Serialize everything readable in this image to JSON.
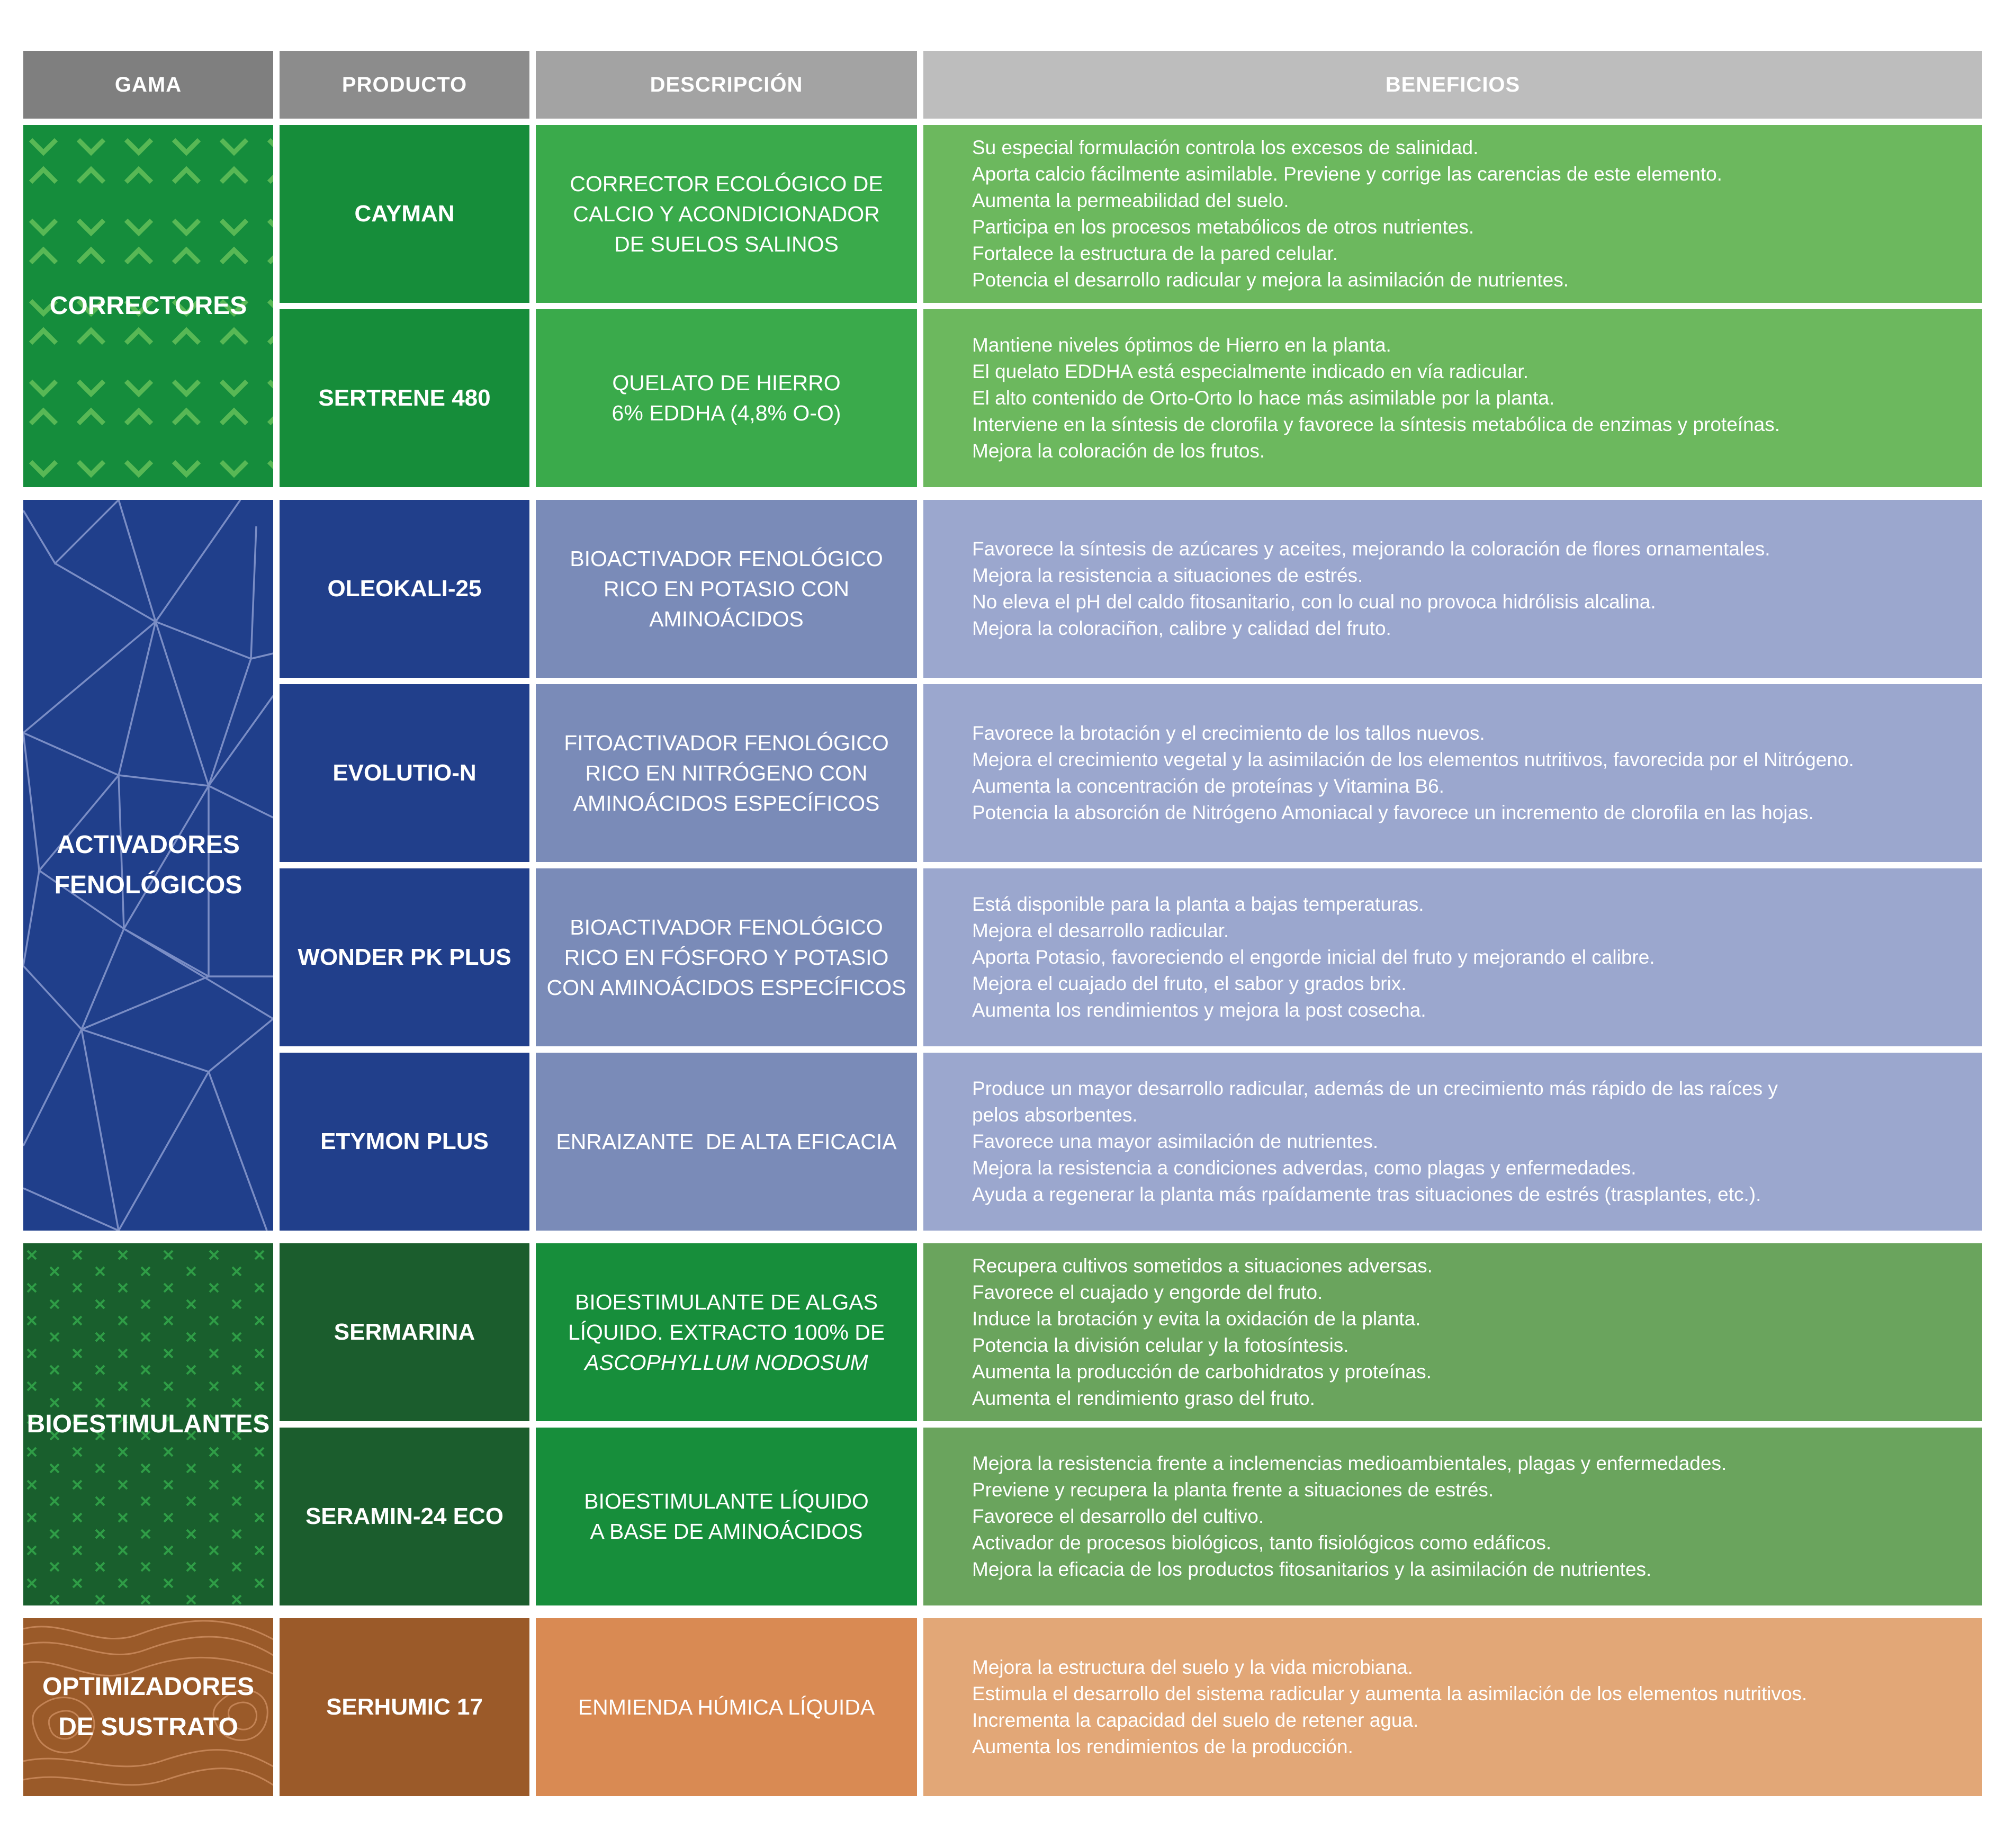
{
  "headers": {
    "gama": "GAMA",
    "producto": "PRODUCTO",
    "descripcion": "DESCRIPCIÓN",
    "beneficios": "BENEFICIOS"
  },
  "groups": [
    {
      "gama_lines": [
        "CORRECTORES"
      ],
      "products": [
        {
          "name": "CAYMAN",
          "description_lines": [
            "CORRECTOR ECOLÓGICO DE",
            "CALCIO Y ACONDICIONADOR",
            "DE SUELOS SALINOS"
          ],
          "benefits": [
            "Su especial formulación controla los excesos de salinidad.",
            "Aporta calcio fácilmente asimilable. Previene y corrige las carencias de este elemento.",
            "Aumenta la permeabilidad del suelo.",
            "Participa en los procesos metabólicos de otros nutrientes.",
            "Fortalece la estructura de la pared celular.",
            "Potencia el desarrollo radicular y mejora la asimilación de nutrientes."
          ]
        },
        {
          "name": "SERTRENE 480",
          "description_lines": [
            "QUELATO DE HIERRO",
            "6% EDDHA (4,8% O-O)"
          ],
          "benefits": [
            "Mantiene niveles óptimos de Hierro en la planta.",
            "El quelato EDDHA está especialmente indicado en vía radicular.",
            "El alto contenido de Orto-Orto lo hace más asimilable por la planta.",
            "Interviene en la síntesis de clorofila y favorece la síntesis metabólica de enzimas y proteínas.",
            "Mejora la coloración de los frutos."
          ]
        }
      ]
    },
    {
      "gama_lines": [
        "ACTIVADORES",
        "FENOLÓGICOS"
      ],
      "products": [
        {
          "name": "OLEOKALI-25",
          "description_lines": [
            "BIOACTIVADOR FENOLÓGICO",
            "RICO EN POTASIO CON",
            "AMINOÁCIDOS"
          ],
          "benefits": [
            "Favorece la síntesis de azúcares y aceites, mejorando la coloración de flores ornamentales.",
            "Mejora la resistencia a situaciones de estrés.",
            "No eleva el pH del caldo fitosanitario, con lo cual no provoca hidrólisis alcalina.",
            "Mejora la coloraciñon, calibre y calidad del fruto."
          ]
        },
        {
          "name": "EVOLUTIO-N",
          "description_lines": [
            "FITOACTIVADOR FENOLÓGICO",
            "RICO EN NITRÓGENO CON",
            "AMINOÁCIDOS ESPECÍFICOS"
          ],
          "benefits": [
            "Favorece la brotación y el crecimiento de los tallos nuevos.",
            "Mejora el crecimiento vegetal y la asimilación de los elementos nutritivos, favorecida por el Nitrógeno.",
            "Aumenta la concentración de proteínas y Vitamina B6.",
            "Potencia la absorción de Nitrógeno Amoniacal y favorece un incremento de clorofila en las hojas."
          ]
        },
        {
          "name": "WONDER PK PLUS",
          "description_lines": [
            "BIOACTIVADOR FENOLÓGICO",
            "RICO EN FÓSFORO Y POTASIO",
            "CON AMINOÁCIDOS ESPECÍFICOS"
          ],
          "benefits": [
            "Está disponible para la planta a bajas temperaturas.",
            "Mejora el desarrollo radicular.",
            "Aporta Potasio, favoreciendo el engorde inicial del fruto y mejorando el calibre.",
            "Mejora el cuajado del fruto, el sabor y grados brix.",
            "Aumenta los rendimientos y mejora la post cosecha."
          ]
        },
        {
          "name": "ETYMON PLUS",
          "description_lines": [
            "ENRAIZANTE  DE ALTA EFICACIA"
          ],
          "benefits": [
            "Produce un mayor desarrollo radicular, además de un crecimiento más rápido de las raíces y",
            "pelos absorbentes.",
            "Favorece una mayor asimilación de nutrientes.",
            "Mejora la resistencia a condiciones adverdas, como plagas y enfermedades.",
            "Ayuda a regenerar la planta más rpaídamente tras situaciones de estrés (trasplantes, etc.)."
          ]
        }
      ]
    },
    {
      "gama_lines": [
        "BIOESTIMULANTES"
      ],
      "products": [
        {
          "name": "SERMARINA",
          "description_lines": [
            "BIOESTIMULANTE DE ALGAS",
            "LÍQUIDO. EXTRACTO 100% DE",
            "ASCOPHYLLUM NODOSUM"
          ],
          "benefits": [
            "Recupera cultivos sometidos a situaciones adversas.",
            "Favorece el cuajado y engorde del fruto.",
            "Induce la brotación y evita la oxidación de la planta.",
            "Potencia la división celular y la fotosíntesis.",
            "Aumenta la producción de carbohidratos y proteínas.",
            "Aumenta el rendimiento graso del fruto."
          ]
        },
        {
          "name": "SERAMIN-24 ECO",
          "description_lines": [
            "BIOESTIMULANTE LÍQUIDO",
            "A BASE DE AMINOÁCIDOS"
          ],
          "benefits": [
            "Mejora la resistencia frente a inclemencias medioambientales, plagas y enfermedades.",
            "Previene y recupera la planta frente a situaciones de estrés.",
            "Favorece el desarrollo del cultivo.",
            "Activador de procesos biológicos, tanto fisiológicos como edáficos.",
            "Mejora la eficacia de los productos fitosanitarios y la asimilación de nutrientes."
          ]
        }
      ]
    },
    {
      "gama_lines": [
        "OPTIMIZADORES",
        "DE SUSTRATO"
      ],
      "products": [
        {
          "name": "SERHUMIC 17",
          "description_lines": [
            "ENMIENDA HÚMICA LÍQUIDA"
          ],
          "benefits": [
            "Mejora la estructura del suelo y la vida microbiana.",
            "Estimula el desarrollo del sistema radicular y aumenta la asimilación de los elementos nutritivos.",
            "Incrementa la capacidad del suelo de retener agua.",
            "Aumenta los rendimientos de la producción."
          ]
        }
      ]
    }
  ],
  "colors": {
    "header_gama": "#7f7f7f",
    "header_producto": "#8c8c8c",
    "header_descripcion": "#a3a3a3",
    "header_beneficios": "#bdbdbd",
    "correctores_gama": "#158d3c",
    "correctores_producto": "#168d3a",
    "correctores_descripcion": "#3aaa4b",
    "correctores_beneficios": "#6cb85e",
    "activadores_gama": "#203f8b",
    "activadores_producto": "#213f8b",
    "activadores_descripcion": "#7a8bb8",
    "activadores_beneficios": "#9ba7ce",
    "bioestimulantes_gama": "#195f2d",
    "bioestimulantes_producto": "#1b5d2d",
    "bioestimulantes_descripcion": "#178e3b",
    "bioestimulantes_beneficios": "#6aa45d",
    "optimizadores_gama": "#9a5a29",
    "optimizadores_producto": "#9b5a29",
    "optimizadores_descripcion": "#d98a53",
    "optimizadores_beneficios": "#e2a777"
  },
  "gama_patterns": [
    "chevrons",
    "network-lines",
    "cross-marks",
    "topographic-lines"
  ]
}
